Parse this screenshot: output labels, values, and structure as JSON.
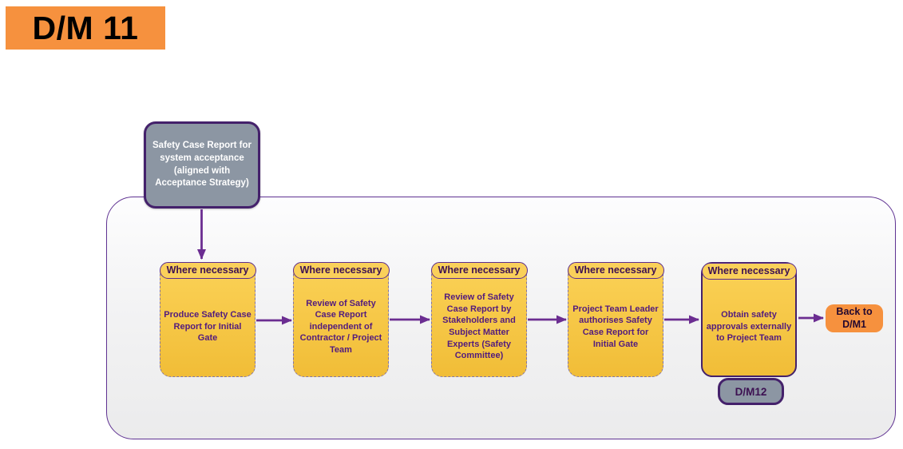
{
  "page": {
    "title": "D/M 11"
  },
  "colors": {
    "accent_orange": "#F6913E",
    "node_yellow": "#F5C644",
    "node_gray": "#8C96A3",
    "border_purple": "#44216B",
    "arrow_purple": "#6B2D91",
    "text_purple": "#521B7E"
  },
  "diagram": {
    "input_node": {
      "label": "Safety Case Report for system acceptance (aligned with Acceptance Strategy)"
    },
    "steps": [
      {
        "header": "Where necessary",
        "label": "Produce Safety Case Report for Initial Gate",
        "border": "dashed"
      },
      {
        "header": "Where necessary",
        "label": "Review of Safety Case Report independent of Contractor / Project Team",
        "border": "dashed"
      },
      {
        "header": "Where necessary",
        "label": "Review of Safety Case Report by Stakeholders and Subject Matter Experts (Safety Committee)",
        "border": "dashed"
      },
      {
        "header": "Where necessary",
        "label": "Project Team Leader authorises Safety Case Report for Initial Gate",
        "border": "dashed"
      },
      {
        "header": "Where necessary",
        "label": "Obtain safety approvals externally to Project Team",
        "border": "solid"
      }
    ],
    "badge": {
      "label": "D/M12"
    },
    "end_node": {
      "line1": "Back to",
      "line2": "D/M1"
    }
  }
}
